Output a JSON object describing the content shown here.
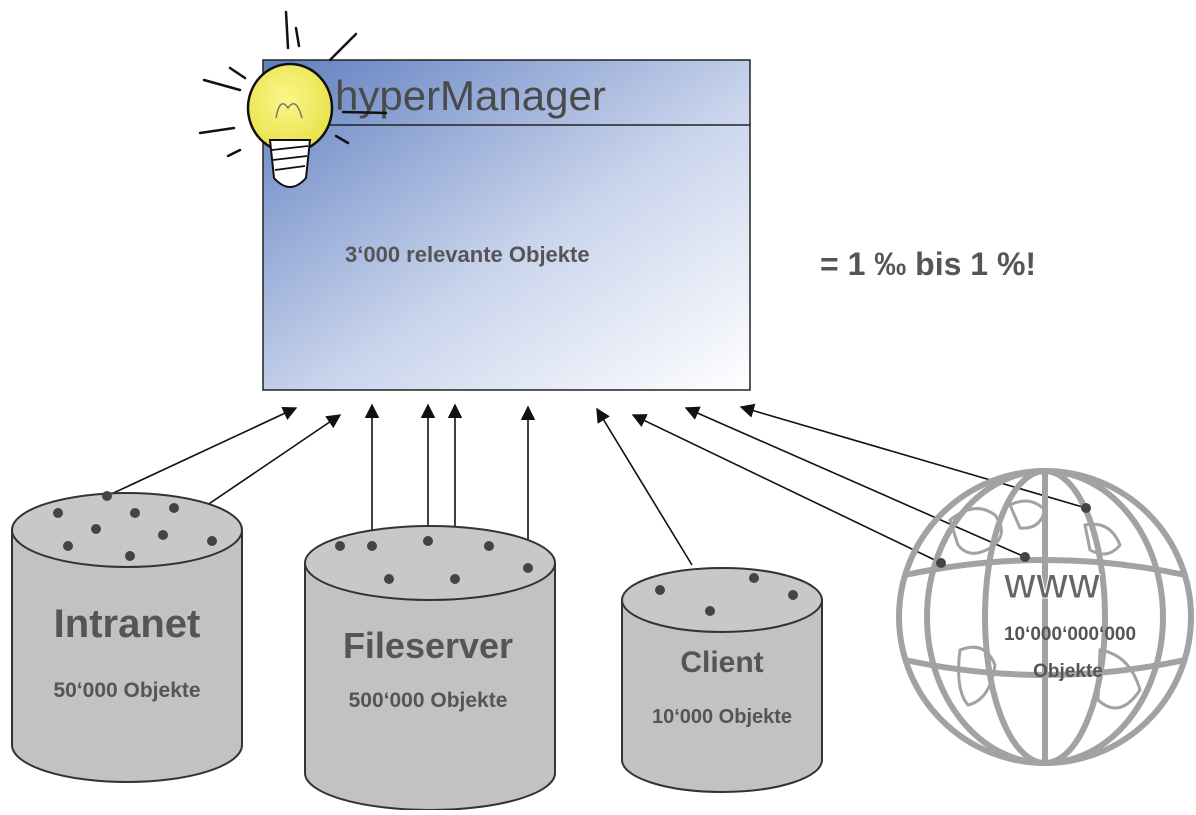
{
  "manager": {
    "title": "hyperManager",
    "subtitle": "3‘000 relevante Objekte"
  },
  "ratio_text": "= 1 ‰ bis 1 %!",
  "sources": {
    "intranet": {
      "name": "Intranet",
      "count": "50‘000 Objekte"
    },
    "fileserver": {
      "name": "Fileserver",
      "count": "500‘000 Objekte"
    },
    "client": {
      "name": "Client",
      "count": "10‘000 Objekte"
    },
    "www": {
      "name": "WWW",
      "count_line1": "10‘000‘000‘000",
      "count_line2": "Objekte"
    }
  },
  "colors": {
    "box_dark": "#6f8cc8",
    "box_light": "#ffffff",
    "cylinder_fill": "#c4c4c4",
    "cylinder_stroke": "#333333",
    "dot": "#444444",
    "globe": "#9a9a9a",
    "bulb": "#f3ef4a",
    "text_gray": "#555555"
  }
}
